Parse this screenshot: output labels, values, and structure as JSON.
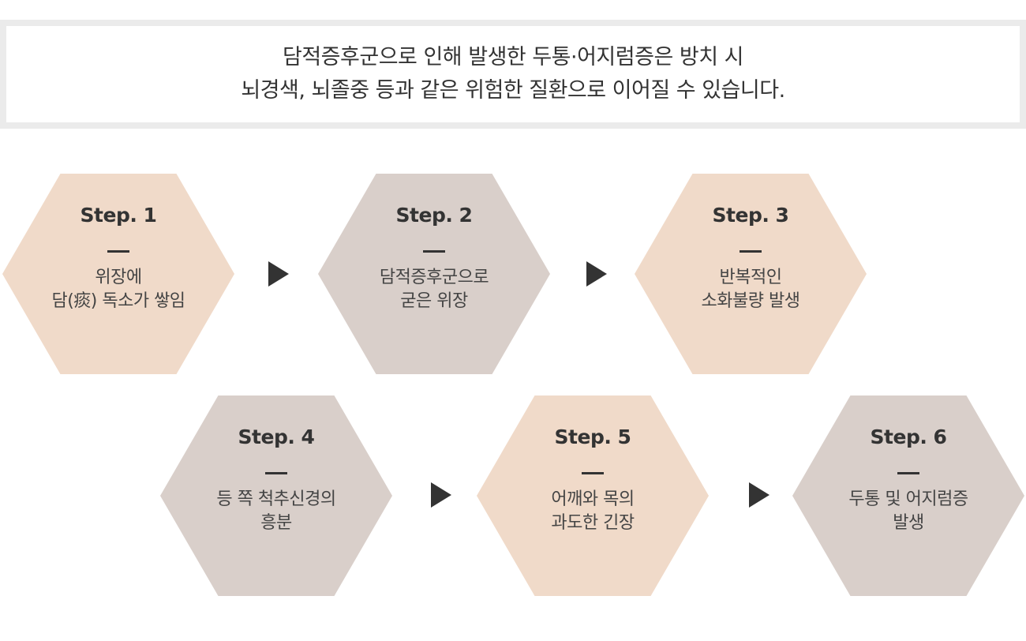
{
  "notice": {
    "line1": "담적증후군으로 인해 발생한 두통·어지럼증은 방치 시",
    "line2": "뇌경색, 뇌졸중 등과 같은 위험한 질환으로 이어질 수 있습니다."
  },
  "colors": {
    "peach": "#f0dac9",
    "taupe": "#d9cfca",
    "arrow": "#333333",
    "border": "#ebebeb"
  },
  "steps": [
    {
      "title": "Step. 1",
      "line1": "위장에",
      "line2": "담(痰) 독소가 쌓임"
    },
    {
      "title": "Step. 2",
      "line1": "담적증후군으로",
      "line2": "굳은 위장"
    },
    {
      "title": "Step. 3",
      "line1": "반복적인",
      "line2": "소화불량 발생"
    },
    {
      "title": "Step. 4",
      "line1": "등 쪽 척추신경의",
      "line2": "흥분"
    },
    {
      "title": "Step. 5",
      "line1": "어깨와 목의",
      "line2": "과도한 긴장"
    },
    {
      "title": "Step. 6",
      "line1": "두통 및 어지럼증",
      "line2": "발생"
    }
  ]
}
